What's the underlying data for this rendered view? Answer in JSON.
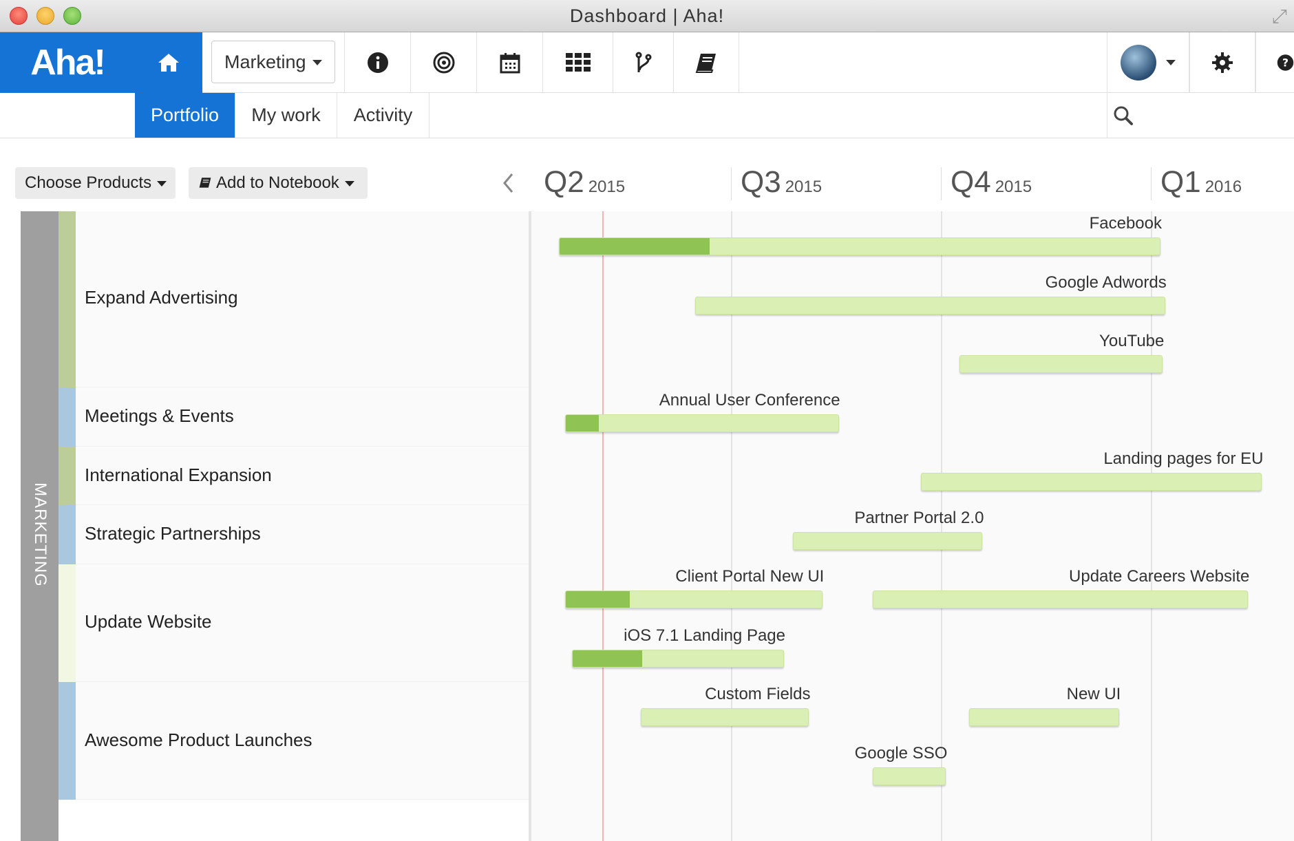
{
  "window": {
    "title": "Dashboard | Aha!"
  },
  "logo": "Aha!",
  "product_selector": {
    "label": "Marketing"
  },
  "nav_icons": [
    "home-icon",
    "info-icon",
    "target-icon",
    "calendar-icon",
    "grid-icon",
    "branch-icon",
    "notebook-icon",
    "avatar",
    "settings-icon",
    "help-icon"
  ],
  "subnav": {
    "tabs": [
      "Portfolio",
      "My work",
      "Activity"
    ],
    "active": "Portfolio"
  },
  "toolbar": {
    "choose_products": "Choose Products",
    "add_notebook": "Add to Notebook"
  },
  "timeline": {
    "quarters": [
      {
        "q": "Q2",
        "year": "2015"
      },
      {
        "q": "Q3",
        "year": "2015"
      },
      {
        "q": "Q4",
        "year": "2015"
      },
      {
        "q": "Q1",
        "year": "2016"
      }
    ]
  },
  "group": "MARKETING",
  "initiatives": [
    {
      "name": "Expand Advertising",
      "color": "#bccd9a"
    },
    {
      "name": "Meetings & Events",
      "color": "#a9c8e0"
    },
    {
      "name": "International Expansion",
      "color": "#bccd9a"
    },
    {
      "name": "Strategic Partnerships",
      "color": "#a9c8e0"
    },
    {
      "name": "Update Website",
      "color": "#f2f7e4"
    },
    {
      "name": "Awesome Product Launches",
      "color": "#a9c8e0"
    }
  ],
  "bars": [
    {
      "label": "Facebook",
      "start": "2015-04-08",
      "end": "2016-01-01",
      "progress": 0.25
    },
    {
      "label": "Google Adwords",
      "start": "2015-06-10",
      "end": "2016-01-03",
      "progress": 0
    },
    {
      "label": "YouTube",
      "start": "2015-10-05",
      "end": "2016-01-02",
      "progress": 0
    },
    {
      "label": "Annual User Conference",
      "start": "2015-04-11",
      "end": "2015-08-13",
      "progress": 0.12
    },
    {
      "label": "Landing pages for EU",
      "start": "2015-09-18",
      "end": "2016-02-14",
      "progress": 0
    },
    {
      "label": "Partner Portal 2.0",
      "start": "2015-07-24",
      "end": "2015-10-15",
      "progress": 0
    },
    {
      "label": "Client Portal New UI",
      "start": "2015-04-11",
      "end": "2015-08-06",
      "progress": 0.25
    },
    {
      "label": "Update Careers Website",
      "start": "2015-08-28",
      "end": "2016-02-08",
      "progress": 0
    },
    {
      "label": "iOS 7.1 Landing Page",
      "start": "2015-04-14",
      "end": "2015-07-20",
      "progress": 0.33
    },
    {
      "label": "Custom Fields",
      "start": "2015-05-16",
      "end": "2015-07-31",
      "progress": 0
    },
    {
      "label": "New UI",
      "start": "2015-10-09",
      "end": "2015-12-14",
      "progress": 0
    },
    {
      "label": "Google SSO",
      "start": "2015-08-28",
      "end": "2015-09-29",
      "progress": 0
    }
  ],
  "today": "2015-04-28"
}
